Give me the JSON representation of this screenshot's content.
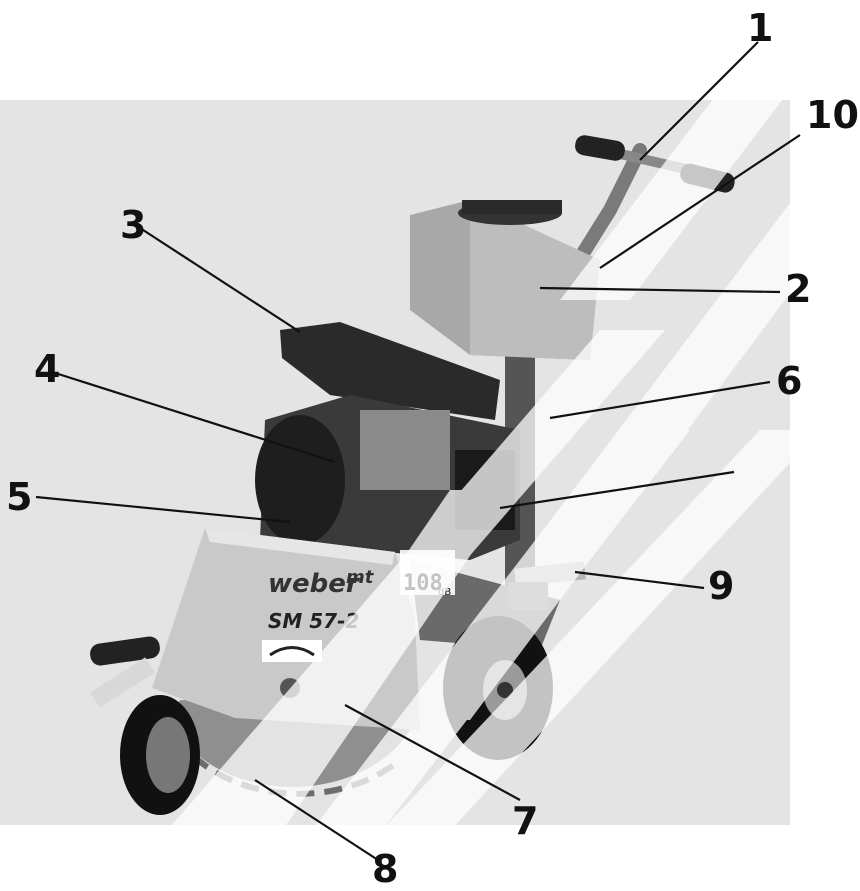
{
  "figure": {
    "callouts": [
      "1",
      "10",
      "3",
      "2",
      "4",
      "6",
      "5",
      "9",
      "7",
      "8"
    ],
    "brand_label": "weber",
    "brand_suffix": "mt",
    "model_label": "SM 57-2",
    "sound_level": "108",
    "sound_unit": "dB"
  },
  "colors": {
    "background": "#ffffff",
    "photo_bg": "#e4e4e4",
    "watermark": "#ffffff",
    "guard": "#c9c9c9",
    "tank": "#a8a8a8",
    "engine": "#3a3a3a",
    "tire": "#111111"
  }
}
